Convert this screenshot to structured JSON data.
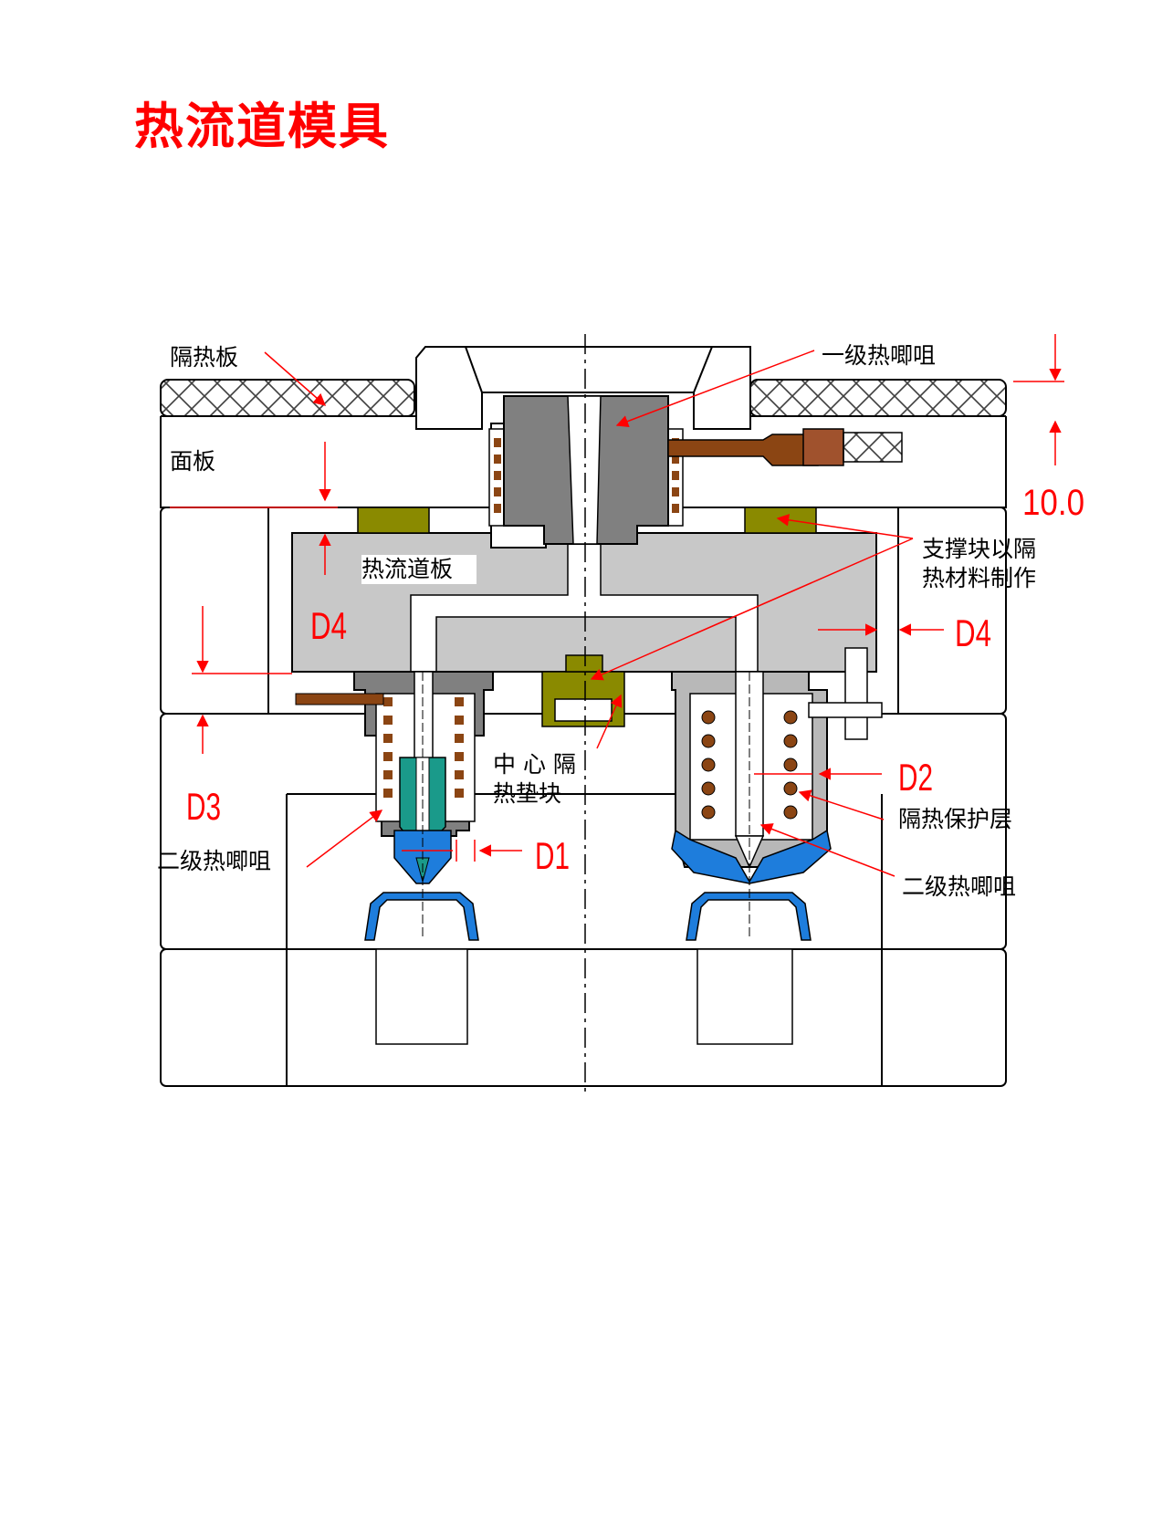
{
  "title": "热流道模具",
  "labels": {
    "insulation_plate": "隔热板",
    "face_plate": "面板",
    "hot_runner_plate": "热流道板",
    "primary_nozzle": "一级热唧咀",
    "support_block_line1": "支撑块以隔",
    "support_block_line2": "热材料制作",
    "center_pad_line1": "中 心 隔",
    "center_pad_line2": "热垫块",
    "secondary_nozzle_left": "二级热唧咀",
    "secondary_nozzle_right": "二级热唧咀",
    "insulation_layer": "隔热保护层"
  },
  "dimensions": {
    "d4_left": "D4",
    "d4_right": "D4",
    "d3": "D3",
    "d2": "D2",
    "d1": "D1",
    "ten": "10.0"
  },
  "colors": {
    "title": "#ff0000",
    "annotation": "#ff0000",
    "manifold": "#c8c8c8",
    "nozzle_body": "#808080",
    "heater_coil": "#8b4513",
    "support_block": "#8a8a00",
    "plastic": "#1e7ddc",
    "nozzle_tip": "#1a9a8a",
    "insulation_hatch": "#404040"
  }
}
